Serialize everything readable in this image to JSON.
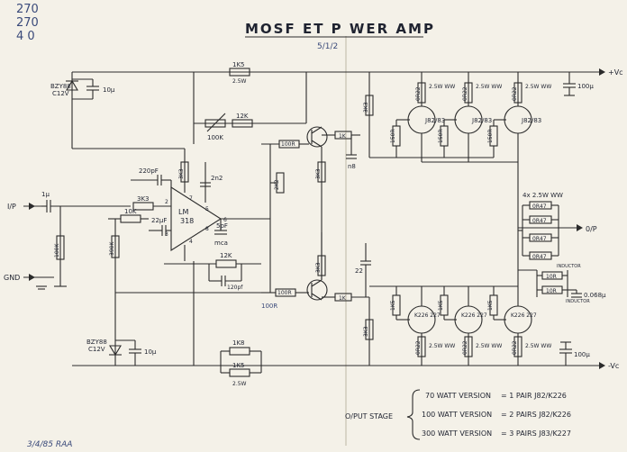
{
  "title": "MOSF ET P WER AMP",
  "title_note": "5/1/2",
  "margin_notes": [
    "270",
    "270",
    "4 0"
  ],
  "date_signature": "3/4/85 RAA",
  "rails": {
    "positive": "+Vc",
    "negative": "-Vc",
    "output": "0/P",
    "input": "I/P",
    "ground": "GND"
  },
  "zeners": {
    "top": [
      "BZY88",
      "C12V"
    ],
    "bottom": [
      "BZY88",
      "C12V"
    ]
  },
  "caps": {
    "top_10u": "10µ",
    "bottom_10u": "10µ",
    "input_1u": "1µ",
    "c220pf": "220pF",
    "c22uf": "22µF",
    "c2n2": "2n2",
    "c5pf": "5pF",
    "mca": "mca",
    "c120pf": "120pf",
    "c100u_top": "100µ",
    "c100u_bottom": "100µ",
    "c22": "22",
    "c0068": "0.068µ",
    "c_n8": "n8"
  },
  "resistors": {
    "r1k5_top": "1K5",
    "r1k5_top_rating": "2.5W",
    "r100k_pot": "100K",
    "r12k_top": "12K",
    "r12k_mid": "12K",
    "r3k3_in": "3K3",
    "r10k": "10K",
    "r100k_in": "100K",
    "r390k": "390K",
    "r100r_top": "100R",
    "r100r_bottom": "100R",
    "r100r_note": "100R",
    "r1k_top": "1K",
    "r1k_bottom": "1K",
    "r3k3_v1": "3K3",
    "r3k3_v2": "3K3",
    "r3k3_v3": "3K3",
    "r3k3_v4": "3K3",
    "r2k2": "2K2",
    "r1k8": "1K8",
    "r1k5_bottom": "1K5",
    "r1k5_bottom_rating": "2.5W",
    "gate_top": [
      "150R",
      "150R",
      "150R"
    ],
    "gate_bottom": [
      "1K5",
      "1K5",
      "1K5"
    ],
    "source_top": [
      "0R22",
      "0R22",
      "0R22"
    ],
    "source_bottom": [
      "0R22",
      "0R22",
      "0R22"
    ],
    "out_bank_note": "4x 2.5W WW",
    "out_bank": [
      "0R47",
      "0R47",
      "0R47",
      "0R47"
    ],
    "r10r_a": "10R",
    "r10r_b": "10R",
    "inductor_note_a": "INDUCTOR",
    "inductor_note_b": "INDUCTOR"
  },
  "opamp": {
    "name": "LM",
    "part": "318",
    "pins": [
      "2",
      "3",
      "4",
      "5",
      "6",
      "7",
      "8"
    ]
  },
  "mosfets_top": [
    "J82/83",
    "J82/83",
    "J82/83"
  ],
  "mosfets_bottom": [
    "K226 227",
    "K226 227",
    "K226 227"
  ],
  "mosfet_ratings": [
    "2.5W WW",
    "2.5W WW",
    "2.5W WW",
    "2.5W WW",
    "2.5W WW",
    "2.5W WW"
  ],
  "output_stage": {
    "label": "O/PUT STAGE",
    "versions": [
      {
        "watt": "70 WATT VERSION",
        "pairs": "= 1 PAIR J82/K226"
      },
      {
        "watt": "100 WATT VERSION",
        "pairs": "= 2 PAIRS J82/K226"
      },
      {
        "watt": "300 WATT VERSION",
        "pairs": "= 3 PAIRS J83/K227"
      }
    ]
  }
}
